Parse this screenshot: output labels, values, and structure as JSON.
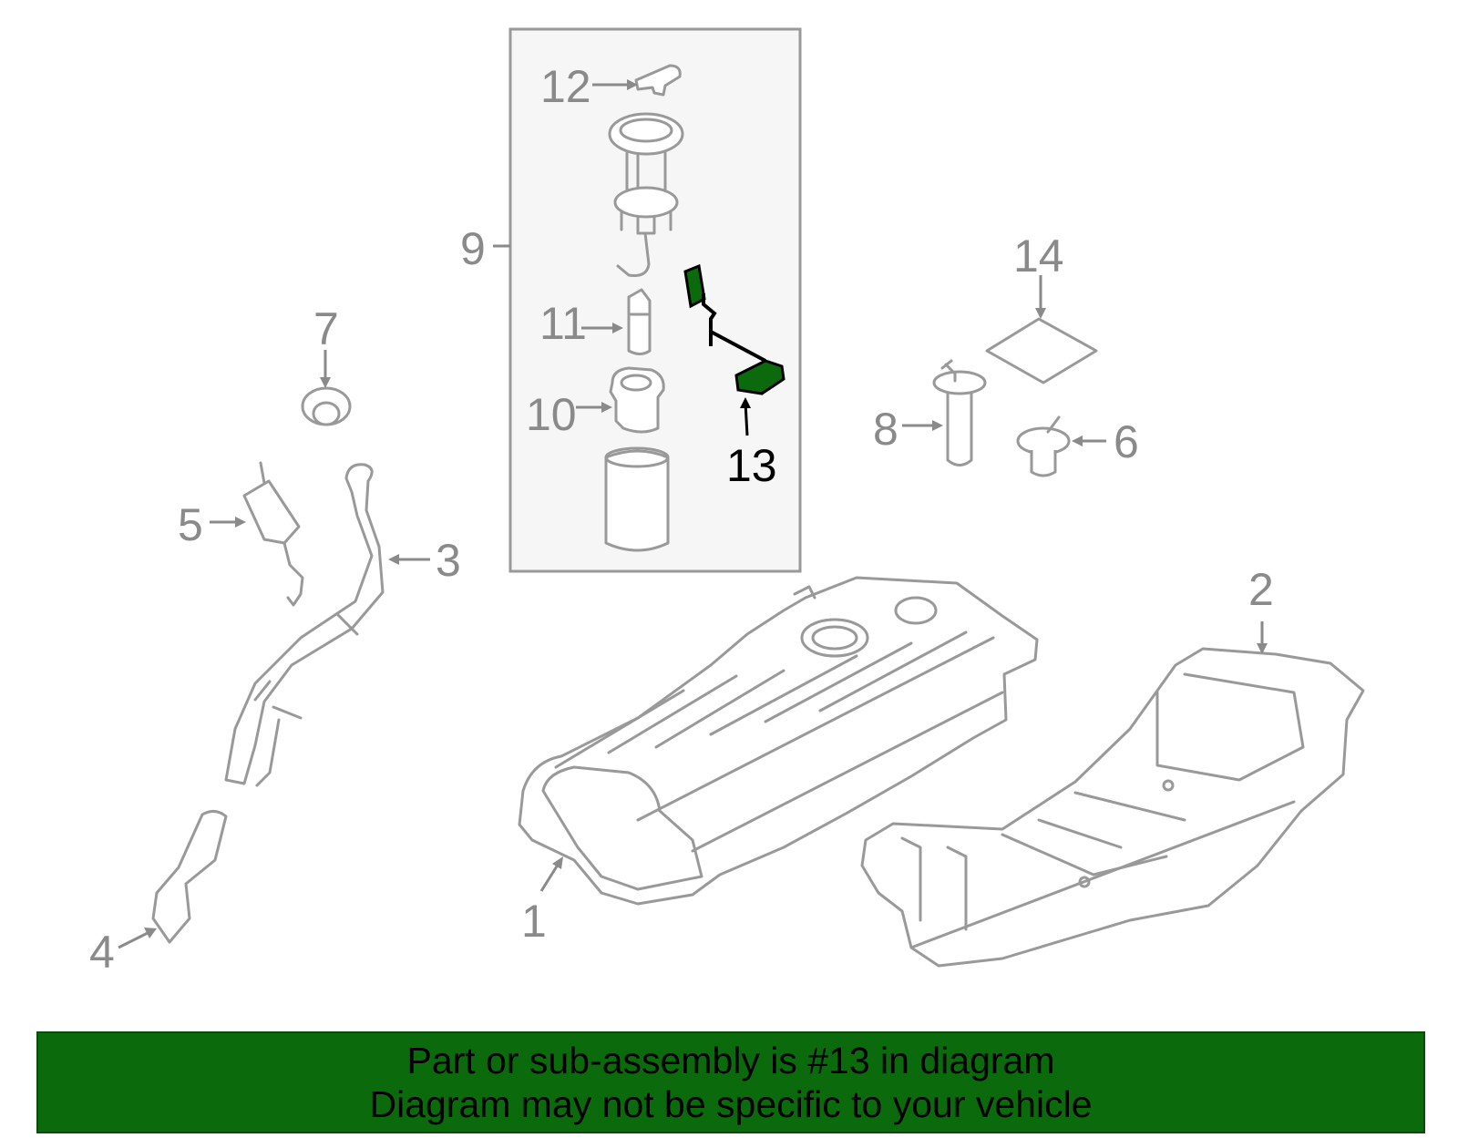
{
  "callouts": {
    "c1": "1",
    "c2": "2",
    "c3": "3",
    "c4": "4",
    "c5": "5",
    "c6": "6",
    "c7": "7",
    "c8": "8",
    "c9": "9",
    "c10": "10",
    "c11": "11",
    "c12": "12",
    "c13": "13",
    "c14": "14"
  },
  "highlighted_part": "13",
  "colors": {
    "highlight": "#0b6a0b",
    "banner": "#0b6a0b",
    "line_art": "#999999",
    "assembly_box": "#f6f6f6"
  },
  "banner": {
    "line1": "Part or sub-assembly is #13 in diagram",
    "line2": "Diagram may not be specific to your vehicle"
  }
}
